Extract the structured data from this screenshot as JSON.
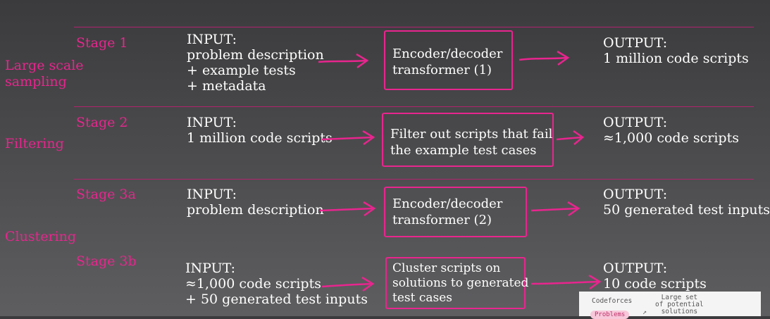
{
  "phases": [
    "Large scale\nsampling",
    "Filtering",
    "Clustering"
  ],
  "stages": [
    {
      "label": "Stage 1",
      "input": "INPUT:\nproblem description\n+ example tests\n+ metadata",
      "process": "Encoder/decoder\ntransformer (1)",
      "output": "OUTPUT:\n1 million code scripts"
    },
    {
      "label": "Stage 2",
      "input": "INPUT:\n1 million code scripts",
      "process": "Filter out scripts that fail\nthe example test cases",
      "output": "OUTPUT:\n≈1,000 code scripts"
    },
    {
      "label": "Stage 3a",
      "input": "INPUT:\nproblem description",
      "process": "Encoder/decoder\ntransformer (2)",
      "output": "OUTPUT:\n50 generated test inputs"
    },
    {
      "label": "Stage 3b",
      "input": "INPUT:\n≈1,000 code scripts\n+ 50 generated test inputs",
      "process": "Cluster scripts on\nsolutions to generated\ntest cases",
      "output": "OUTPUT:\n10 code scripts"
    }
  ],
  "inset": {
    "source": "Codeforces",
    "pill": "Problems",
    "set_label": "Large set\nof potential\nsolutions"
  },
  "colors": {
    "accent": "#e8258e",
    "rule": "#b0236e",
    "background": "#404042"
  }
}
